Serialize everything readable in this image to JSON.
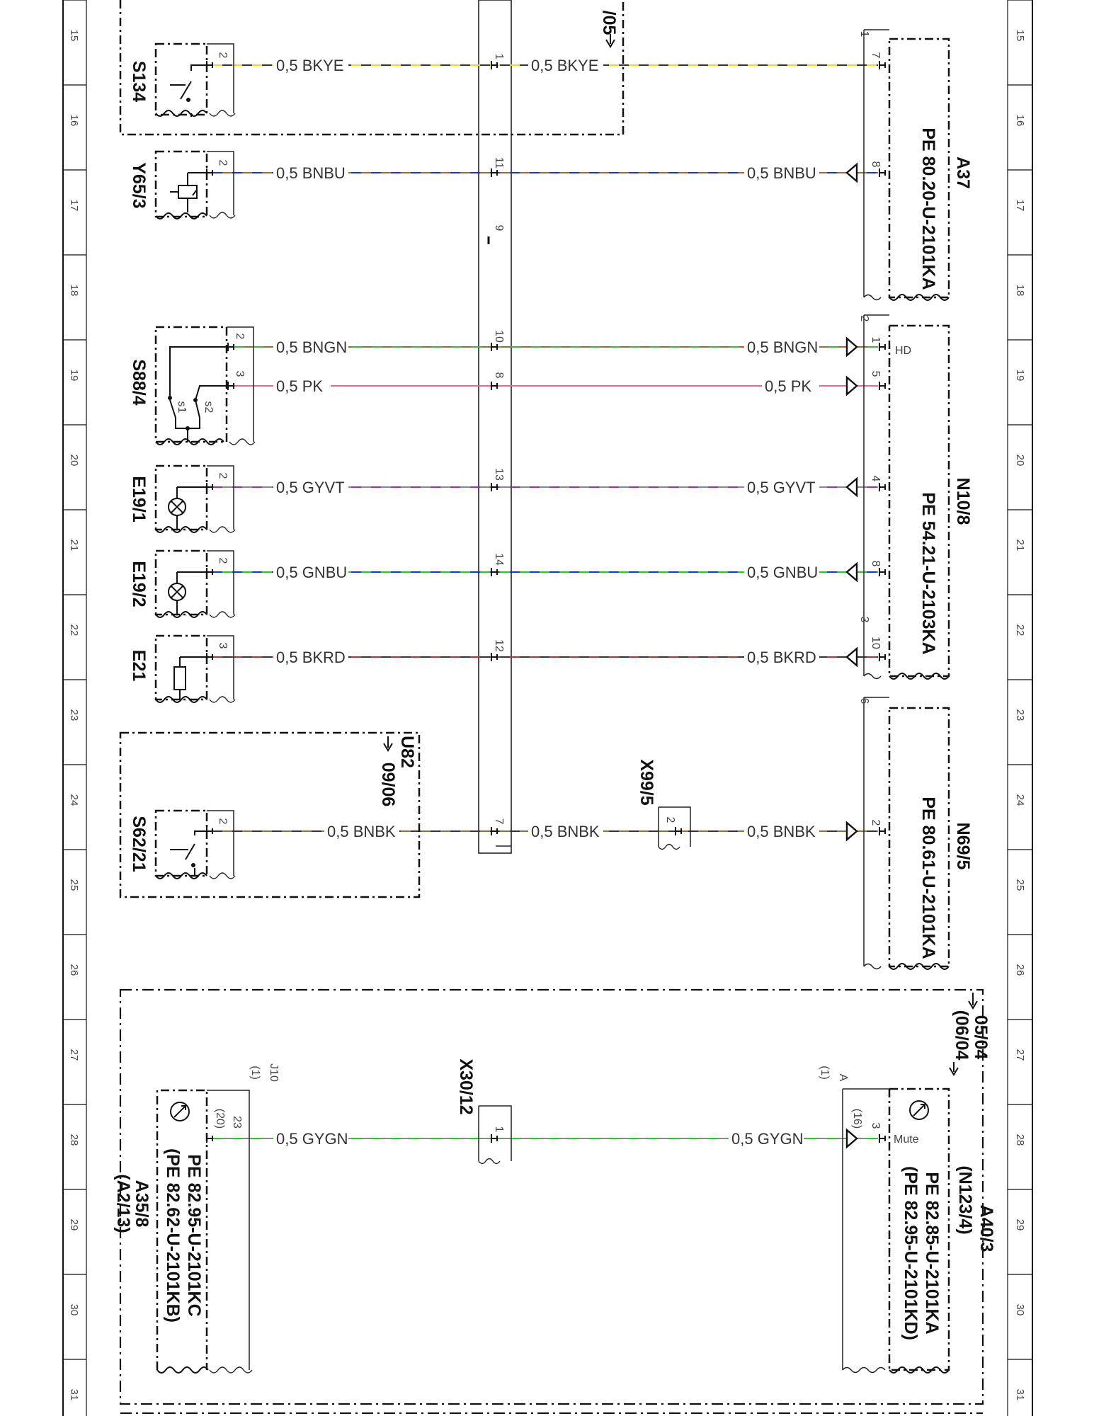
{
  "grid": {
    "ticks": [
      "15",
      "16",
      "17",
      "18",
      "19",
      "20",
      "21",
      "22",
      "23",
      "24",
      "25",
      "26",
      "27",
      "28",
      "29",
      "30",
      "31"
    ]
  },
  "connector_body": {
    "name": "",
    "pins": [
      "1",
      "11",
      "9",
      "10",
      "8",
      "13",
      "14",
      "12",
      "7"
    ]
  },
  "components": {
    "s134": {
      "label": "S134",
      "pin": "2"
    },
    "y65_3": {
      "label": "Y65/3",
      "pin": "2"
    },
    "s88_4": {
      "label": "S88/4",
      "pins": [
        "2",
        "3"
      ],
      "s1": "s1",
      "s2": "s2"
    },
    "e19_1": {
      "label": "E19/1",
      "pin": "2"
    },
    "e19_2": {
      "label": "E19/2",
      "pin": "2"
    },
    "e21": {
      "label": "E21",
      "pin": "3"
    },
    "s62_21": {
      "label": "S62/21",
      "pin": "2"
    },
    "u82": {
      "label": "U82",
      "ref": "09/06"
    },
    "top_ref": {
      "ref": "/05"
    },
    "a37": {
      "label": "A37",
      "pe": "PE 80.20-U-2101KA",
      "pins": [
        "7",
        "8"
      ],
      "n": "1"
    },
    "n10_8": {
      "label": "N10/8",
      "pe": "PE 54.21-U-2103KA",
      "pins": [
        "1",
        "5",
        "4",
        "8",
        "10"
      ],
      "n_top": "2",
      "n_bot": "3",
      "hd": "HD"
    },
    "n69_5": {
      "label": "N69/5",
      "pe": "PE 80.61-U-2101KA",
      "pin": "2",
      "n": "6"
    },
    "x99_5": {
      "label": "X99/5",
      "pin": "2"
    },
    "x30_12": {
      "label": "X30/12",
      "pin": "1"
    },
    "a35_8": {
      "label": "A35/8",
      "alt": "(A2/13)",
      "pe1": "PE 82.95-U-2101KC",
      "pe2": "(PE 82.62-U-2101KB)",
      "pin": "23",
      "pin_alt": "(20)",
      "j": "J10",
      "j_alt": "(1)"
    },
    "a40_3": {
      "label": "A40/3",
      "alt": "(N123/4)",
      "pe1": "PE 82.85-U-2101KA",
      "pe2": "(PE 82.95-U-2101KD)",
      "pin": "3",
      "pin_alt": "(16)",
      "a": "A",
      "a_alt": "(1)",
      "mute": "Mute",
      "ref1": "05/04",
      "ref2": "(06/04"
    }
  },
  "wires": [
    {
      "id": "bkye",
      "label": "0,5 BKYE",
      "c1": "#333333",
      "c2": "#e8e000"
    },
    {
      "id": "bnbu",
      "label": "0,5 BNBU",
      "c1": "#a0692e",
      "c2": "#1a33cc"
    },
    {
      "id": "bngn",
      "label": "0,5 BNGN",
      "c1": "#a0692e",
      "c2": "#22cc22"
    },
    {
      "id": "pk",
      "label": "0,5 PK",
      "c1": "#f06090",
      "c2": "#f06090"
    },
    {
      "id": "gyvt",
      "label": "0,5 GYVT",
      "c1": "#8a8a8a",
      "c2": "#aa22cc"
    },
    {
      "id": "gnbu",
      "label": "0,5 GNBU",
      "c1": "#22cc22",
      "c2": "#1a33cc"
    },
    {
      "id": "bkrd",
      "label": "0,5 BKRD",
      "c1": "#333333",
      "c2": "#dd2222"
    },
    {
      "id": "bnbk",
      "label": "0,5 BNBK",
      "c1": "#a0692e",
      "c2": "#333333"
    },
    {
      "id": "gygn",
      "label": "0,5 GYGN",
      "c1": "#8a8a8a",
      "c2": "#22cc22"
    }
  ]
}
